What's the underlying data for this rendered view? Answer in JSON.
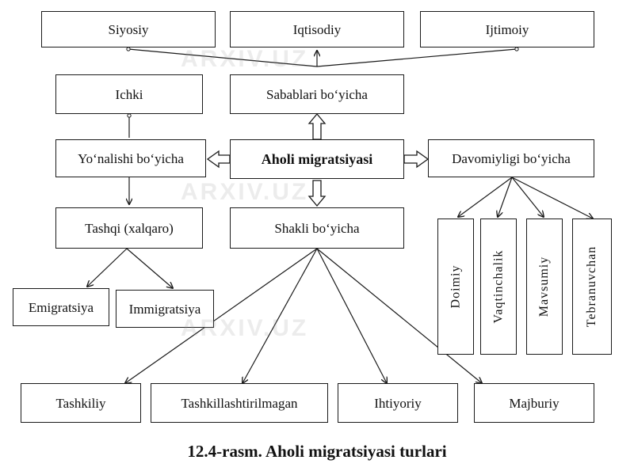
{
  "nodes": {
    "siyosiy": "Siyosiy",
    "iqtisodiy": "Iqtisodiy",
    "ijtimoiy": "Ijtimoiy",
    "ichki": "Ichki",
    "sabablari": "Sabablari bo‘yicha",
    "yonalishi": "Yo‘nalishi bo‘yicha",
    "aholi": "Aholi migratsiyasi",
    "davomiyligi": "Davomiyligi bo‘yicha",
    "tashqi": "Tashqi (xalqaro)",
    "shakli": "Shakli bo‘yicha",
    "doimiy": "Doimiy",
    "vaqtinchalik": "Vaqtinchalik",
    "mavsumiy": "Mavsumiy",
    "tebranuvchan": "Tebranuvchan",
    "emigratsiya": "Emigratsiya",
    "immigratsiya": "Immigratsiya",
    "tashkiliy": "Tashkiliy",
    "tashkillashtirilmagan": "Tashkillashtirilmagan",
    "ihtiyoriy": "Ihtiyoriy",
    "majburiy": "Majburiy"
  },
  "caption": "12.4-rasm. Aholi migratsiyasi turlari",
  "watermark": "ARXIV.UZ",
  "colors": {
    "line": "#1a1a1a",
    "background": "#ffffff",
    "watermark": "#969696"
  }
}
